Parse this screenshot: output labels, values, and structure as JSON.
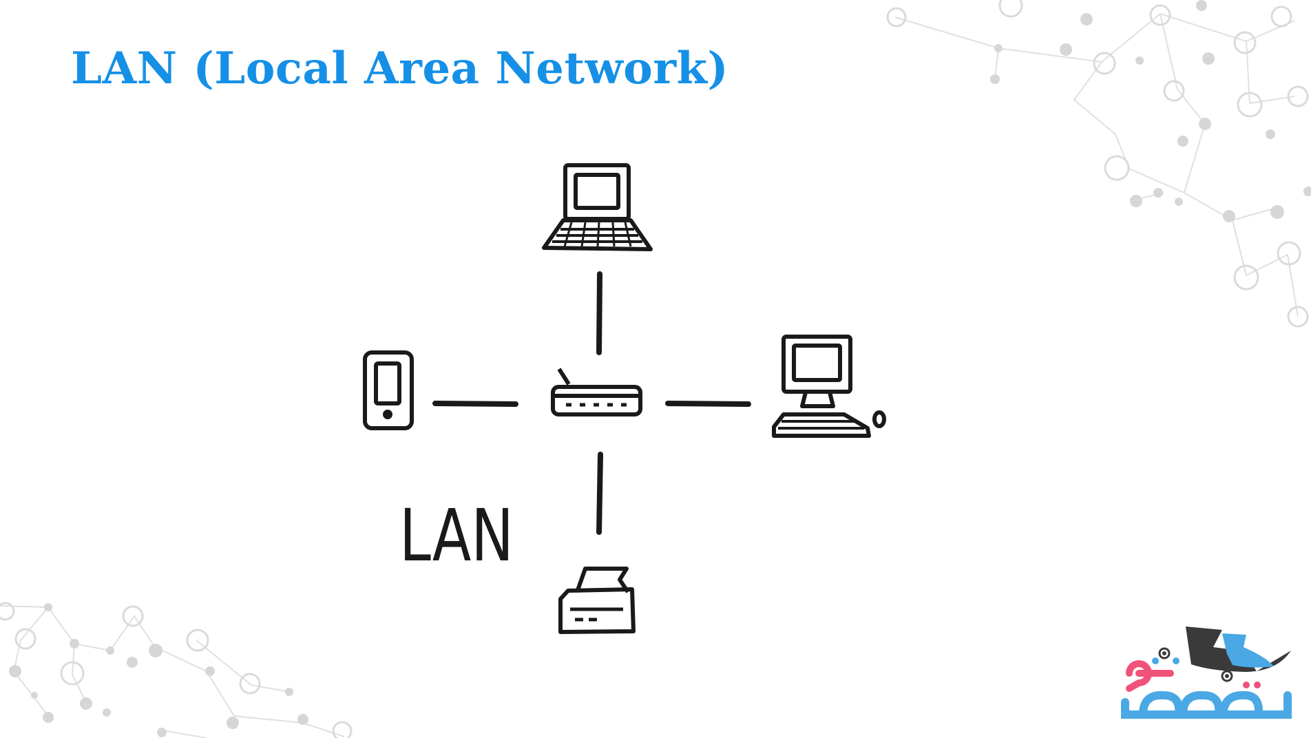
{
  "slide": {
    "title": "LAN (Local Area Network)",
    "diagram_label": "LAN",
    "nodes": [
      "laptop",
      "mobile-phone",
      "router",
      "desktop-computer",
      "printer"
    ],
    "logo_text": "متخصص شو"
  },
  "colors": {
    "title": "#1590e6",
    "ink": "#1a1a1a",
    "logo_blue": "#4aa8e4",
    "logo_pink": "#f0527a",
    "logo_dark": "#3a3a3a",
    "decoration": "#d4d4d4"
  }
}
